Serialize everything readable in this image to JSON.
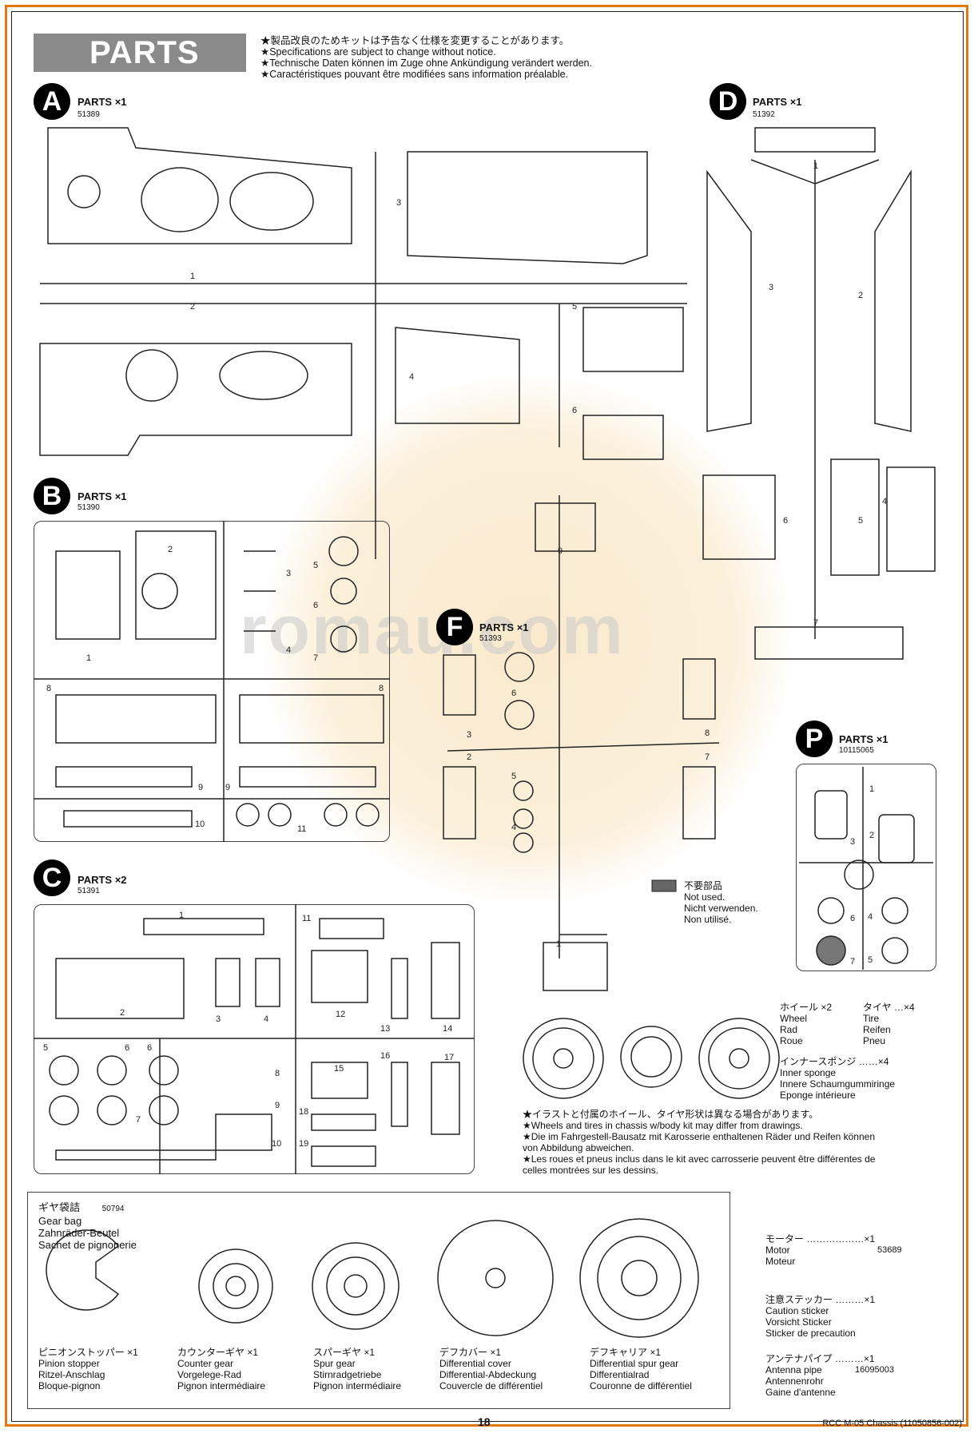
{
  "header": {
    "title": "PARTS",
    "notices": [
      "★製品改良のためキットは予告なく仕様を変更することがあります。",
      "★Specifications are subject to change without notice.",
      "★Technische Daten können im Zuge ohne Ankündigung verändert werden.",
      "★Caractéristiques pouvant être modifiées sans information préalable."
    ]
  },
  "parts_trees": {
    "A": {
      "letter": "A",
      "label": "PARTS ×1",
      "code": "51389",
      "numbers": [
        "1",
        "2",
        "3",
        "4",
        "5",
        "6"
      ]
    },
    "B": {
      "letter": "B",
      "label": "PARTS ×1",
      "code": "51390",
      "numbers": [
        "1",
        "2",
        "3",
        "4",
        "5",
        "6",
        "7",
        "8",
        "8",
        "9",
        "9",
        "10",
        "11"
      ]
    },
    "C": {
      "letter": "C",
      "label": "PARTS ×2",
      "code": "51391",
      "numbers": [
        "1",
        "2",
        "3",
        "4",
        "5",
        "6",
        "6",
        "7",
        "8",
        "9",
        "10",
        "11",
        "12",
        "13",
        "14",
        "15",
        "16",
        "17",
        "18",
        "19"
      ]
    },
    "D": {
      "letter": "D",
      "label": "PARTS ×1",
      "code": "51392",
      "numbers": [
        "1",
        "2",
        "3",
        "4",
        "5",
        "6",
        "7"
      ]
    },
    "F": {
      "letter": "F",
      "label": "PARTS ×1",
      "code": "51393",
      "numbers": [
        "1",
        "2",
        "3",
        "4",
        "5",
        "6",
        "7",
        "8",
        "9"
      ]
    },
    "P": {
      "letter": "P",
      "label": "PARTS ×1",
      "code": "10115065",
      "numbers": [
        "1",
        "2",
        "3",
        "4",
        "5",
        "6",
        "7"
      ]
    }
  },
  "not_used": [
    "不要部品",
    "Not used.",
    "Nicht verwenden.",
    "Non utilisé."
  ],
  "wheel": {
    "jp": "ホイール ×2",
    "en": "Wheel",
    "de": "Rad",
    "fr": "Roue"
  },
  "tire": {
    "jp": "タイヤ …×4",
    "en": "Tire",
    "de": "Reifen",
    "fr": "Pneu"
  },
  "sponge": {
    "jp": "インナースポンジ ……×4",
    "en": "Inner sponge",
    "de": "Innere Schaumgummiringe",
    "fr": "Eponge intérieure"
  },
  "wheel_notes": [
    "★イラストと付属のホイール、タイヤ形状は異なる場合があります。",
    "★Wheels and tires in chassis w/body kit may differ from drawings.",
    "★Die im Fahrgestell-Bausatz mit Karosserie enthaltenen Räder und Reifen können",
    "von Abbildung abweichen.",
    "★Les roues et pneus inclus dans le kit avec carrosserie peuvent être différentes de",
    "celles montrées sur les dessins."
  ],
  "gear_bag": {
    "jp": "ギヤ袋詰",
    "code": "50794",
    "en": "Gear bag",
    "de": "Zahnräder-Beutel",
    "fr": "Sachet de pignonerie",
    "items": [
      {
        "jp": "ピニオンストッパー ×1",
        "en": "Pinion stopper",
        "de": "Ritzel-Anschlag",
        "fr": "Bloque-pignon"
      },
      {
        "jp": "カウンターギヤ ×1",
        "en": "Counter gear",
        "de": "Vorgelege-Rad",
        "fr": "Pignon intermédiaire"
      },
      {
        "jp": "スパーギヤ ×1",
        "en": "Spur gear",
        "de": "Stirnradgetriebe",
        "fr": "Pignon intermédiaire"
      },
      {
        "jp": "デフカバー ×1",
        "en": "Differential cover",
        "de": "Differential-Abdeckung",
        "fr": "Couvercle de différentiel"
      },
      {
        "jp": "デフキャリア ×1",
        "en": "Differential spur gear",
        "de": "Differentialrad",
        "fr": "Couronne de différentiel"
      }
    ]
  },
  "motor": {
    "jp": "モーター ………………×1",
    "en": "Motor",
    "fr": "Moteur",
    "code": "53689"
  },
  "caution": {
    "jp": "注意ステッカー ………×1",
    "en": "Caution sticker",
    "de": "Vorsicht Sticker",
    "fr": "Sticker de precaution"
  },
  "antenna": {
    "jp": "アンテナパイプ ………×1",
    "en": "Antenna pipe",
    "de": "Antennenrohr",
    "fr": "Gaine d'antenne",
    "code": "16095003"
  },
  "footer": {
    "page": "18",
    "doc": "RCC M-05 Chassis (11050856-002)"
  },
  "watermark": "romau.com"
}
